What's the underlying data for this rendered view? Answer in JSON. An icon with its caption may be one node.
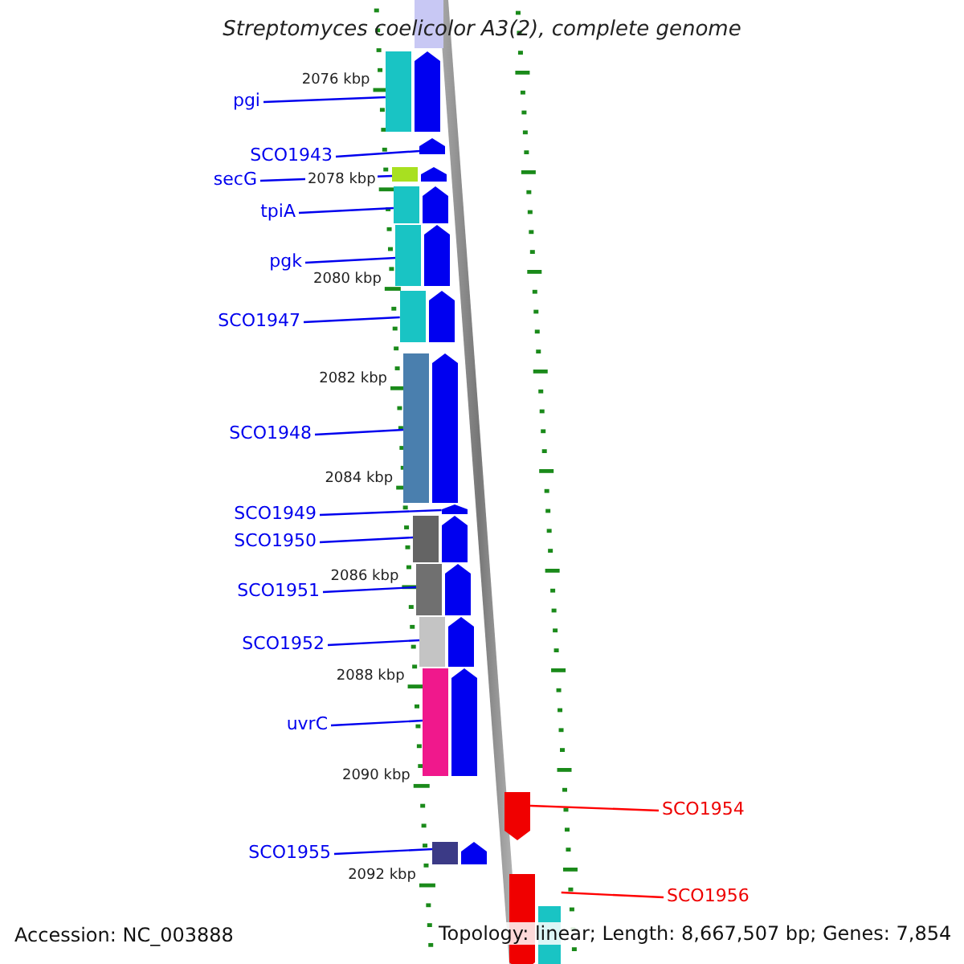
{
  "diagram": {
    "title": "Streptomyces coelicolor A3(2), complete genome",
    "nodes": [
      {
        "text": [
          "pgi"
        ]
      },
      {
        "text": [],
        "shape": "bar"
      },
      {
        "text": [
          "SCO1943"
        ]
      },
      {
        "text": [],
        "shape": "bar"
      },
      {
        "text": [
          "secG"
        ]
      },
      {
        "text": [],
        "shape": "bar"
      },
      {
        "text": [
          "tpiA"
        ]
      },
      {
        "text": [],
        "shape": "bar"
      },
      {
        "text": [
          "pgk"
        ]
      },
      {
        "text": [],
        "shape": "bar"
      },
      {
        "text": [
          "SCO1947"
        ]
      },
      {
        "text": [],
        "shape": "bar"
      },
      {
        "text": [
          "SCO1948"
        ]
      },
      {
        "text": [],
        "shape": "bar"
      },
      {
        "text": [
          "SCO1949"
        ]
      },
      {
        "text": [],
        "shape": "bar"
      },
      {
        "text": [
          "SCO1950"
        ]
      },
      {
        "text": [],
        "shape": "bar"
      },
      {
        "text": [
          "SCO1951"
        ]
      },
      {
        "text": [],
        "shape": "bar"
      },
      {
        "text": [
          "SCO1952"
        ]
      },
      {
        "text": [],
        "shape": "bar"
      },
      {
        "text": [
          "uvrC"
        ]
      },
      {
        "text": [],
        "shape": "bar"
      },
      {
        "text": [
          "SCO1954"
        ]
      },
      {
        "text": [],
        "shape": "bar"
      },
      {
        "text": [
          "SCO1955"
        ]
      },
      {
        "text": [],
        "shape": "bar"
      },
      {
        "text": [
          "SCO1956"
        ]
      },
      {
        "text": [],
        "shape": "bar"
      }
    ],
    "edges": [
      {
        "from": 0,
        "to": 1,
        "arrow": "none"
      },
      {
        "from": 2,
        "to": 3,
        "arrow": "none"
      },
      {
        "from": 4,
        "to": 5,
        "arrow": "none"
      },
      {
        "from": 6,
        "to": 7,
        "arrow": "none"
      },
      {
        "from": 8,
        "to": 9,
        "arrow": "none"
      },
      {
        "from": 10,
        "to": 11,
        "arrow": "none"
      },
      {
        "from": 12,
        "to": 13,
        "arrow": "none"
      },
      {
        "from": 14,
        "to": 15,
        "arrow": "none"
      },
      {
        "from": 16,
        "to": 17,
        "arrow": "none"
      },
      {
        "from": 18,
        "to": 19,
        "arrow": "none"
      },
      {
        "from": 20,
        "to": 21,
        "arrow": "none"
      },
      {
        "from": 22,
        "to": 23,
        "arrow": "none"
      },
      {
        "from": 24,
        "to": 25,
        "arrow": "none",
        "color": "#ff0000"
      },
      {
        "from": 26,
        "to": 27,
        "arrow": "none"
      },
      {
        "from": 28,
        "to": 29,
        "arrow": "none",
        "color": "#ff0000"
      }
    ],
    "labels": [
      "2076 kbp",
      "2078 kbp",
      "2080 kbp",
      "2082 kbp",
      "2084 kbp",
      "2086 kbp",
      "2088 kbp",
      "2090 kbp",
      "2092 kbp",
      "Accession: NC_003888",
      "Topology: linear; Length: 8,667,507 bp; Genes: 7,854"
    ]
  }
}
